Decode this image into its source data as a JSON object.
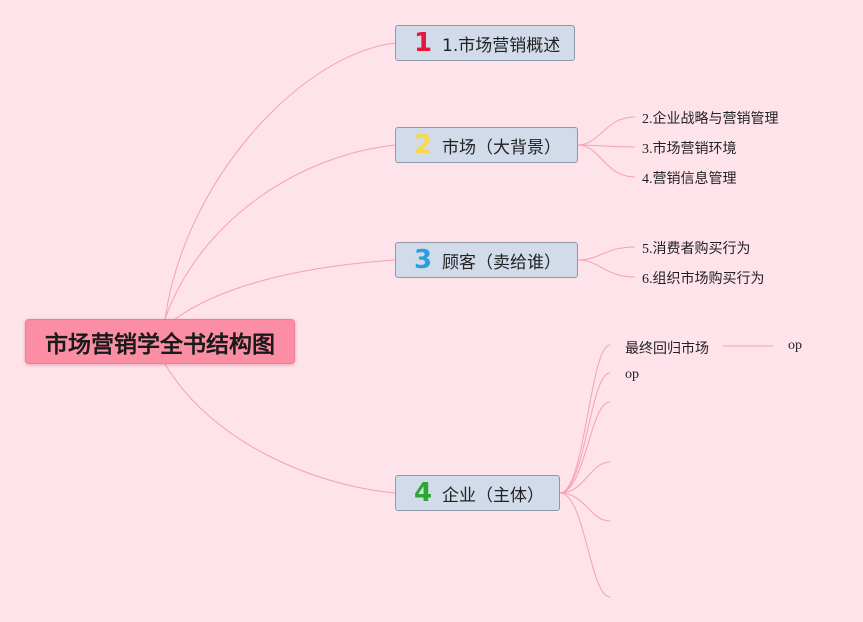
{
  "root": {
    "title": "市场营销学全书结构图"
  },
  "branches": [
    {
      "number": "1",
      "label": "1.市场营销概述",
      "children": []
    },
    {
      "number": "2",
      "label": "市场（大背景）",
      "children": [
        "2.企业战略与营销管理",
        "3.市场营销环境",
        "4.营销信息管理"
      ]
    },
    {
      "number": "3",
      "label": "顾客（卖给谁）",
      "children": [
        "5.消费者购买行为",
        "6.组织市场购买行为"
      ]
    },
    {
      "number": "4",
      "label": "企业（主体）",
      "children": [
        "最终回归市场",
        "op",
        "",
        "",
        "",
        ""
      ],
      "extra": "op"
    }
  ],
  "colors": {
    "background": "#ffe3ea",
    "root": "#fb8da5",
    "branch": "#d2dbe9",
    "link": "#f4a0b8"
  }
}
